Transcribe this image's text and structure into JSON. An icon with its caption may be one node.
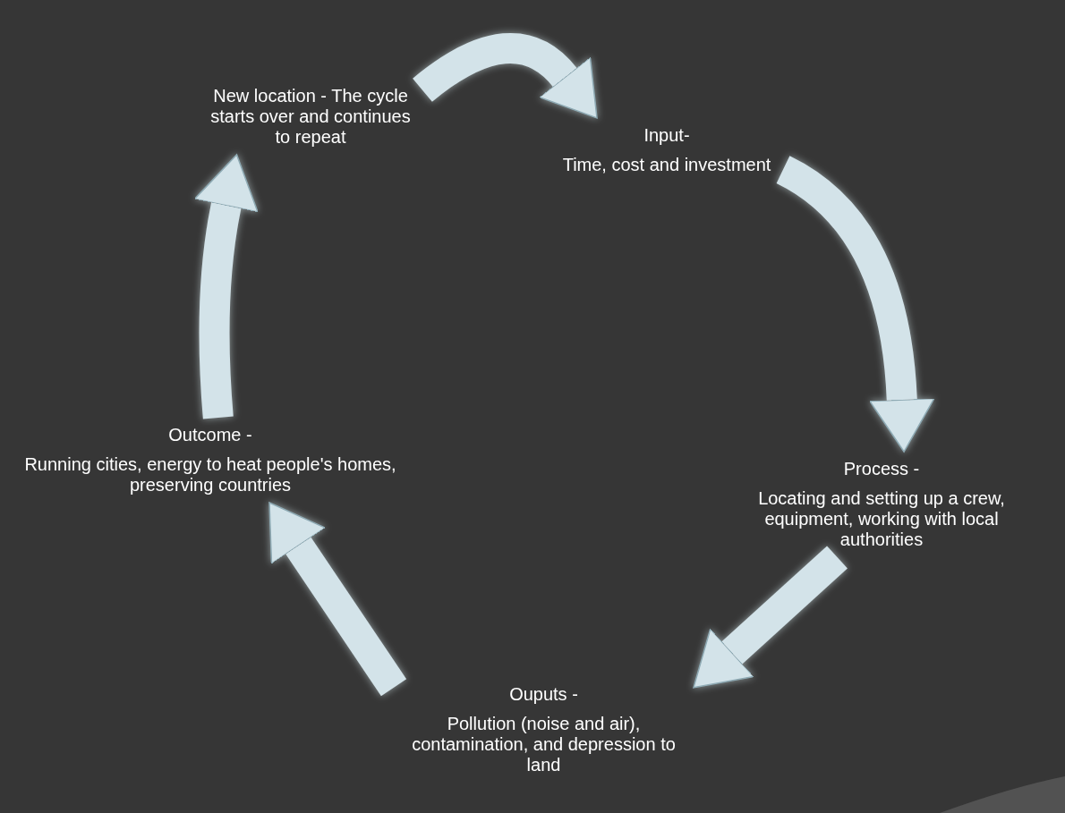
{
  "diagram": {
    "nodes": [
      {
        "text": [
          "Input-",
          "Time, cost and investment"
        ]
      },
      {
        "text": [
          "Process -",
          "Locating and setting up a crew, equipment, working with local authorities"
        ]
      },
      {
        "text": [
          "Ouputs -",
          "Pollution (noise and air), contamination, and depression to land"
        ]
      },
      {
        "text": [
          "Outcome -",
          "Running cities, energy to heat people's homes, preserving countries"
        ]
      },
      {
        "text": [
          "New location - The cycle starts over and continues to repeat"
        ]
      }
    ],
    "edges": [
      {
        "from": 4,
        "to": 0,
        "arrow": "to"
      },
      {
        "from": 0,
        "to": 1,
        "arrow": "to"
      },
      {
        "from": 1,
        "to": 2,
        "arrow": "to"
      },
      {
        "from": 2,
        "to": 3,
        "arrow": "to"
      },
      {
        "from": 3,
        "to": 4,
        "arrow": "to"
      }
    ]
  }
}
